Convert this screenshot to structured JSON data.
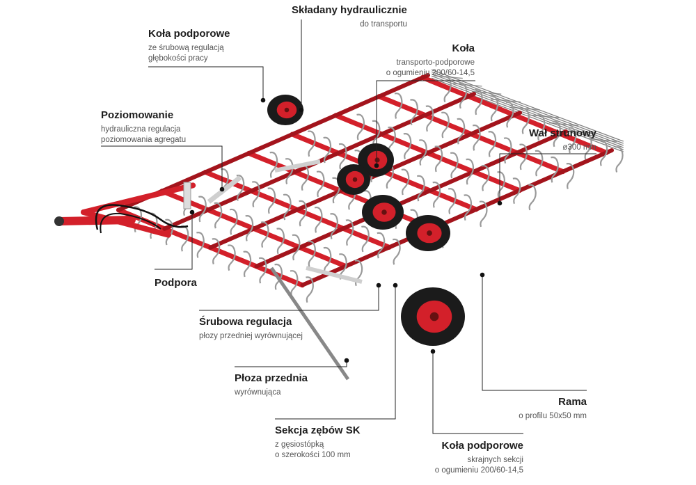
{
  "labels": {
    "folding": {
      "title": "Składany hydraulicznie",
      "desc": [
        "do transportu"
      ]
    },
    "support_wheels_top": {
      "title": "Koła podporowe",
      "desc": [
        "ze śrubową regulacją",
        "głębokości pracy"
      ]
    },
    "wheels_transport": {
      "title": "Koła",
      "desc": [
        "transporto-podporowe",
        "o ogumieniu 200/60-14,5"
      ]
    },
    "leveling": {
      "title": "Poziomowanie",
      "desc": [
        "hydrauliczna regulacja",
        "poziomowania agregatu"
      ]
    },
    "string_roller": {
      "title": "Wał strunowy",
      "desc": [
        "ø300 mm"
      ]
    },
    "stand": {
      "title": "Podpora",
      "desc": []
    },
    "screw_adjust": {
      "title": "Śrubowa regulacja",
      "desc": [
        "płozy przedniej wyrównującej"
      ]
    },
    "front_skid": {
      "title": "Płoza przednia",
      "desc": [
        "wyrównująca"
      ]
    },
    "frame": {
      "title": "Rama",
      "desc": [
        "o profilu 50x50 mm"
      ]
    },
    "tine_section": {
      "title": "Sekcja zębów SK",
      "desc": [
        "z gęsiostópką",
        "o szerokości 100 mm"
      ]
    },
    "support_wheels_bottom": {
      "title": "Koła podporowe",
      "desc": [
        "skrajnych sekcji",
        "o ogumieniu 200/60-14,5"
      ]
    }
  },
  "colors": {
    "frame_red": "#d3202a",
    "frame_dark": "#a3141c",
    "tire": "#1b1b1b",
    "steel": "#9a9a9a",
    "line": "#222222"
  }
}
